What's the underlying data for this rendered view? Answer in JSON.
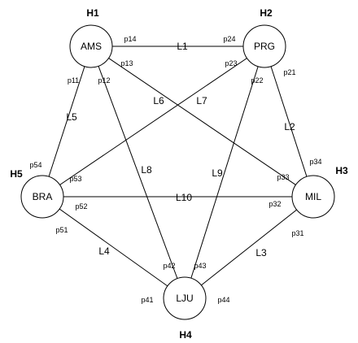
{
  "nodes": [
    {
      "id": "AMS",
      "label": "AMS",
      "host": "H1"
    },
    {
      "id": "PRG",
      "label": "PRG",
      "host": "H2"
    },
    {
      "id": "MIL",
      "label": "MIL",
      "host": "H3"
    },
    {
      "id": "LJU",
      "label": "LJU",
      "host": "H4"
    },
    {
      "id": "BRA",
      "label": "BRA",
      "host": "H5"
    }
  ],
  "links": [
    {
      "id": "L1",
      "label": "L1",
      "from": "AMS",
      "to": "PRG"
    },
    {
      "id": "L2",
      "label": "L2",
      "from": "PRG",
      "to": "MIL"
    },
    {
      "id": "L3",
      "label": "L3",
      "from": "MIL",
      "to": "LJU"
    },
    {
      "id": "L4",
      "label": "L4",
      "from": "BRA",
      "to": "LJU"
    },
    {
      "id": "L5",
      "label": "L5",
      "from": "AMS",
      "to": "BRA"
    },
    {
      "id": "L6",
      "label": "L6",
      "from": "AMS",
      "to": "MIL"
    },
    {
      "id": "L7",
      "label": "L7",
      "from": "PRG",
      "to": "BRA"
    },
    {
      "id": "L8",
      "label": "L8",
      "from": "AMS",
      "to": "LJU"
    },
    {
      "id": "L9",
      "label": "L9",
      "from": "PRG",
      "to": "LJU"
    },
    {
      "id": "L10",
      "label": "L10",
      "from": "BRA",
      "to": "MIL"
    }
  ],
  "ports": [
    "p11",
    "p12",
    "p13",
    "p14",
    "p21",
    "p22",
    "p23",
    "p24",
    "p31",
    "p32",
    "p33",
    "p34",
    "p41",
    "p42",
    "p43",
    "p44",
    "p51",
    "p52",
    "p53",
    "p54"
  ]
}
